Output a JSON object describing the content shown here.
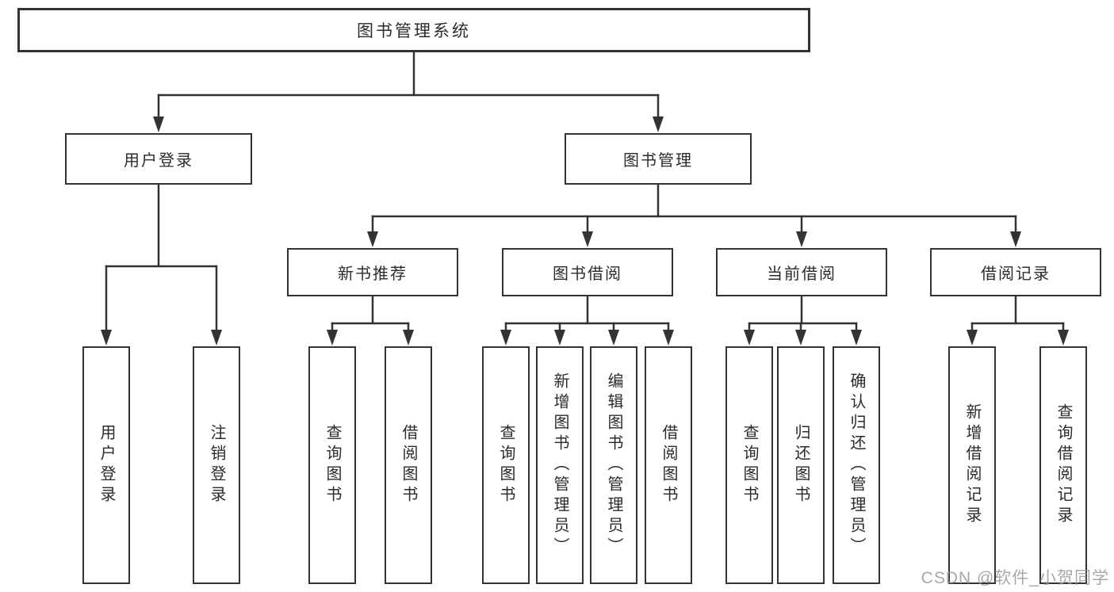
{
  "nodes": {
    "root": {
      "label": "图书管理系统"
    },
    "level2": [
      {
        "label": "用户登录"
      },
      {
        "label": "图书管理"
      }
    ],
    "level3": [
      {
        "label": "新书推荐"
      },
      {
        "label": "图书借阅"
      },
      {
        "label": "当前借阅"
      },
      {
        "label": "借阅记录"
      }
    ],
    "leaves": [
      {
        "label": "用户登录"
      },
      {
        "label": "注销登录"
      },
      {
        "label": "查询图书"
      },
      {
        "label": "借阅图书"
      },
      {
        "label": "查询图书"
      },
      {
        "label": "新增图书（管理员）"
      },
      {
        "label": "编辑图书（管理员）"
      },
      {
        "label": "借阅图书"
      },
      {
        "label": "查询图书"
      },
      {
        "label": "归还图书"
      },
      {
        "label": "确认归还（管理员）"
      },
      {
        "label": "新增借阅记录"
      },
      {
        "label": "查询借阅记录"
      }
    ]
  },
  "watermark": {
    "text": "CSDN @软件_小贺同学"
  },
  "colors": {
    "line": "#333333",
    "text": "#2b2b2b",
    "box_background": "#ffffff",
    "watermark": "#96999e",
    "background": "#ffffff"
  }
}
